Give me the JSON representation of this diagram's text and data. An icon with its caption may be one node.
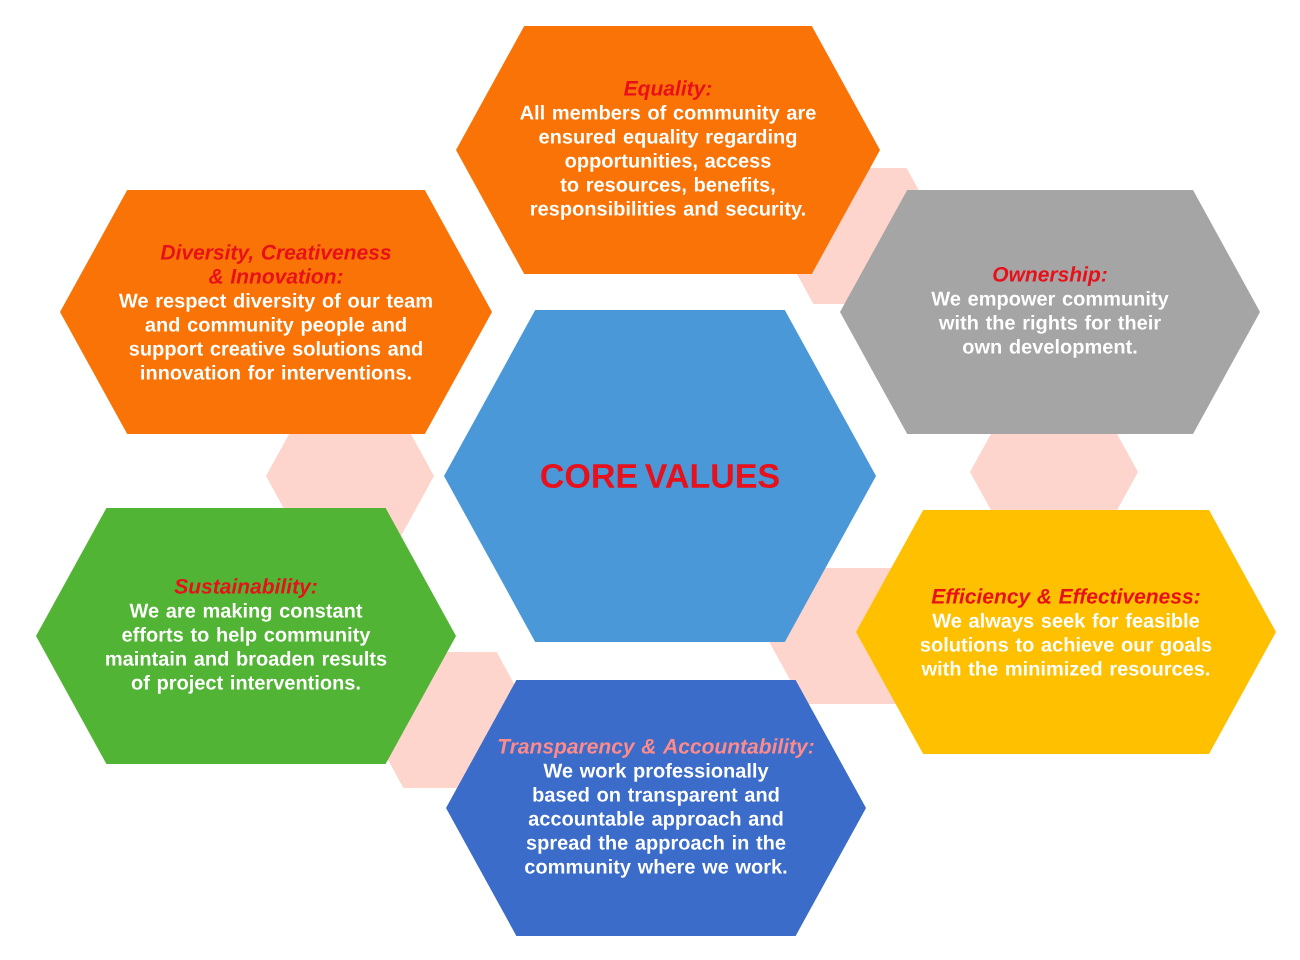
{
  "diagram": {
    "nodes": [
      {
        "text": [
          "Equality:",
          "All members of community are ensured equality regarding opportunities, access to resources, benefits, responsibilities and security."
        ]
      },
      {
        "text": [
          "Diversity, Creativeness & Innovation:",
          "We respect diversity of our team and community people and support creative solutions and innovation for interventions."
        ]
      },
      {
        "text": [
          "Ownership:",
          "We empower community with the rights for their own development."
        ]
      },
      {
        "text": [
          "CORE VALUES"
        ]
      },
      {
        "text": [
          "Sustainability:",
          "We are making constant efforts to help community maintain and broaden results of project interventions."
        ]
      },
      {
        "text": [
          "Efficiency & Effectiveness:",
          "We always seek for feasible solutions to achieve our goals with the minimized resources."
        ]
      },
      {
        "text": [
          "Transparency & Accountability:",
          "We work professionally based on transparent and accountable approach and spread the approach in the community where we work."
        ]
      }
    ]
  }
}
